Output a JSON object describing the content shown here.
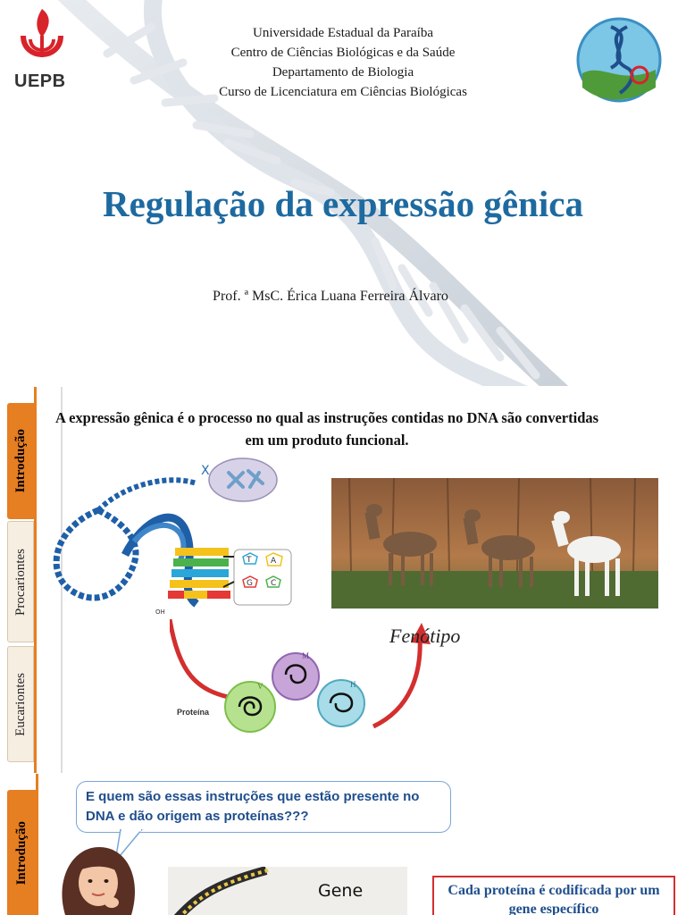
{
  "slide1": {
    "logo_left_text": "UEPB",
    "institution_lines": [
      "Universidade Estadual da Paraíba",
      "Centro de Ciências Biológicas e da Saúde",
      "Departamento de Biologia",
      "Curso de Licenciatura em Ciências Biológicas"
    ],
    "title": "Regulação da expressão gênica",
    "professor": "Prof. ª MsC. Érica Luana Ferreira Álvaro"
  },
  "slide2": {
    "tabs": [
      "Introdução",
      "Procariontes",
      "Eucariontes"
    ],
    "heading": "A expressão gênica é o processo no qual as instruções contidas no DNA são convertidas em um produto funcional.",
    "protein_label": "Proteína",
    "phenotype_label": "Fenótipo",
    "base_letters": [
      "T",
      "A",
      "G",
      "C"
    ],
    "protein_letters": [
      "V",
      "M",
      "H"
    ],
    "oh_label": "OH"
  },
  "slide3": {
    "tab": "Introdução",
    "question": "E quem são essas instruções que estão presente no DNA e dão origem as proteínas???",
    "gene_label": "Gene",
    "callout": "Cada proteína é codificada por um gene específico"
  },
  "colors": {
    "title_blue": "#1d6aa0",
    "tab_orange": "#e67e22",
    "question_blue": "#1f4e8c",
    "callout_border": "#d32f2f"
  }
}
